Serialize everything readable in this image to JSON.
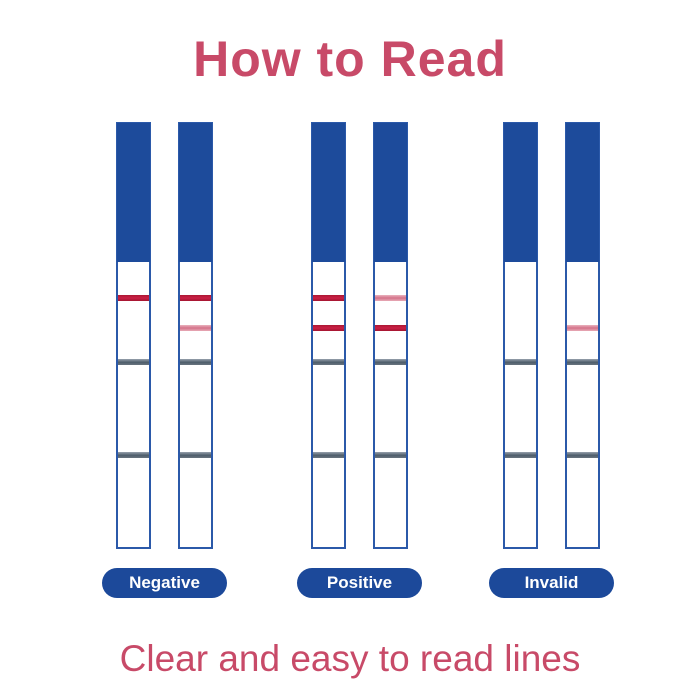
{
  "title": "How to Read",
  "subtitle": "Clear and easy to read lines",
  "colors": {
    "heading_pink": "#c84a68",
    "strip_blue": "#1d4b9b",
    "strip_border_blue": "#2b59a9",
    "pill_blue": "#1c499a",
    "line_strong_red": "#c6203f",
    "line_faint_pink": "#d4728a",
    "separator_gray": "#5a6672"
  },
  "groups": [
    {
      "label": "Negative",
      "strips": [
        {
          "control": "strong",
          "test": "none"
        },
        {
          "control": "strong",
          "test": "faint"
        }
      ]
    },
    {
      "label": "Positive",
      "strips": [
        {
          "control": "strong",
          "test": "strong"
        },
        {
          "control": "faint",
          "test": "strong"
        }
      ]
    },
    {
      "label": "Invalid",
      "strips": [
        {
          "control": "none",
          "test": "none"
        },
        {
          "control": "none",
          "test": "faint"
        }
      ]
    }
  ]
}
